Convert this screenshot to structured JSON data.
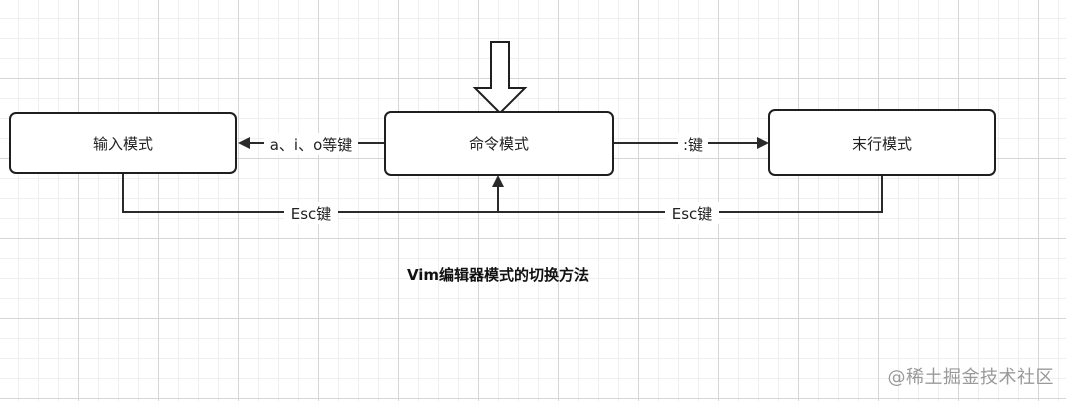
{
  "nodes": {
    "input": {
      "label": "输入模式"
    },
    "command": {
      "label": "命令模式"
    },
    "lastline": {
      "label": "末行模式"
    }
  },
  "edges": {
    "command_to_input": {
      "label": "a、i、o等键"
    },
    "command_to_lastline": {
      "label": ":键"
    },
    "input_to_command": {
      "label": "Esc键"
    },
    "lastline_to_command": {
      "label": "Esc键"
    }
  },
  "caption": "Vim编辑器模式的切换方法",
  "watermark": "@稀土掘金技术社区"
}
